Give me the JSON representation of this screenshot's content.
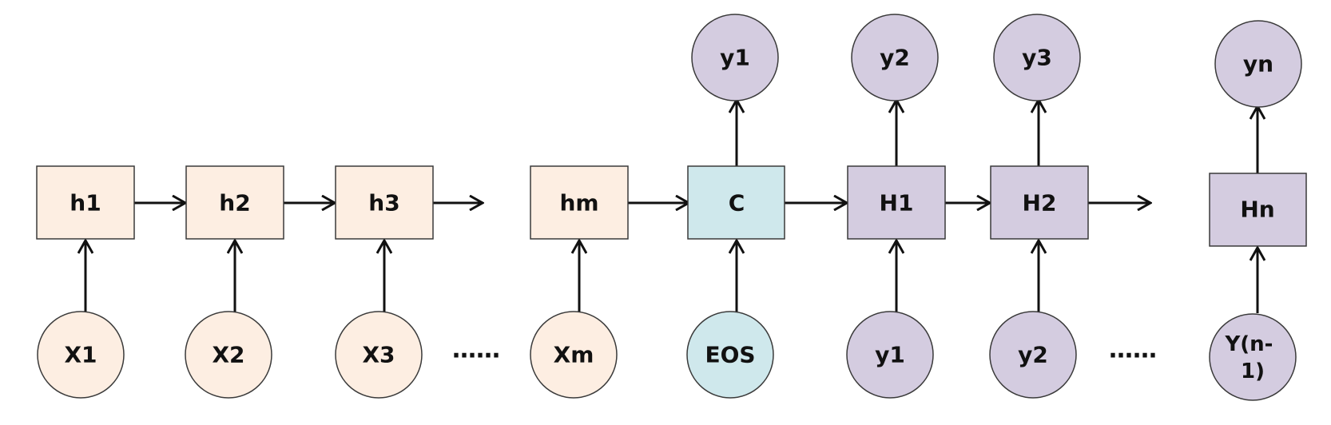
{
  "colors": {
    "encoder_fill": "#fdeee2",
    "context_fill": "#cfe8ec",
    "decoder_fill": "#d4cce0",
    "stroke": "#3a3a3a",
    "arrow": "#111111"
  },
  "encoder": {
    "hidden": [
      "h1",
      "h2",
      "h3",
      "hm"
    ],
    "inputs": [
      "X1",
      "X2",
      "X3",
      "Xm"
    ]
  },
  "context": {
    "label": "C",
    "input": "EOS",
    "output": "y1"
  },
  "decoder": {
    "hidden": [
      "H1",
      "H2",
      "Hn"
    ],
    "inputs": [
      "y1",
      "y2",
      "Y(n-\n1)"
    ],
    "outputs": [
      "y2",
      "y3",
      "yn"
    ]
  },
  "ellipsis": "……"
}
